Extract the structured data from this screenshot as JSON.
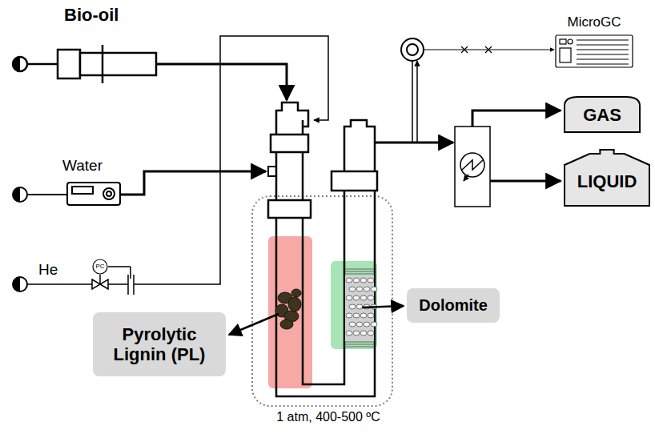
{
  "diagram": {
    "nodes": [
      {
        "text": [
          "MicroGC"
        ]
      },
      {
        "text": [
          "GAS"
        ]
      },
      {
        "text": [
          "LIQUID"
        ]
      },
      {
        "text": [
          "PC"
        ]
      },
      {
        "text": [
          "Pyrolytic Lignin (PL)"
        ]
      },
      {
        "text": [
          "Dolomite"
        ]
      }
    ],
    "labels": [
      "Bio-oil",
      "Water",
      "He",
      "1 atm, 400-500 ºC"
    ]
  }
}
